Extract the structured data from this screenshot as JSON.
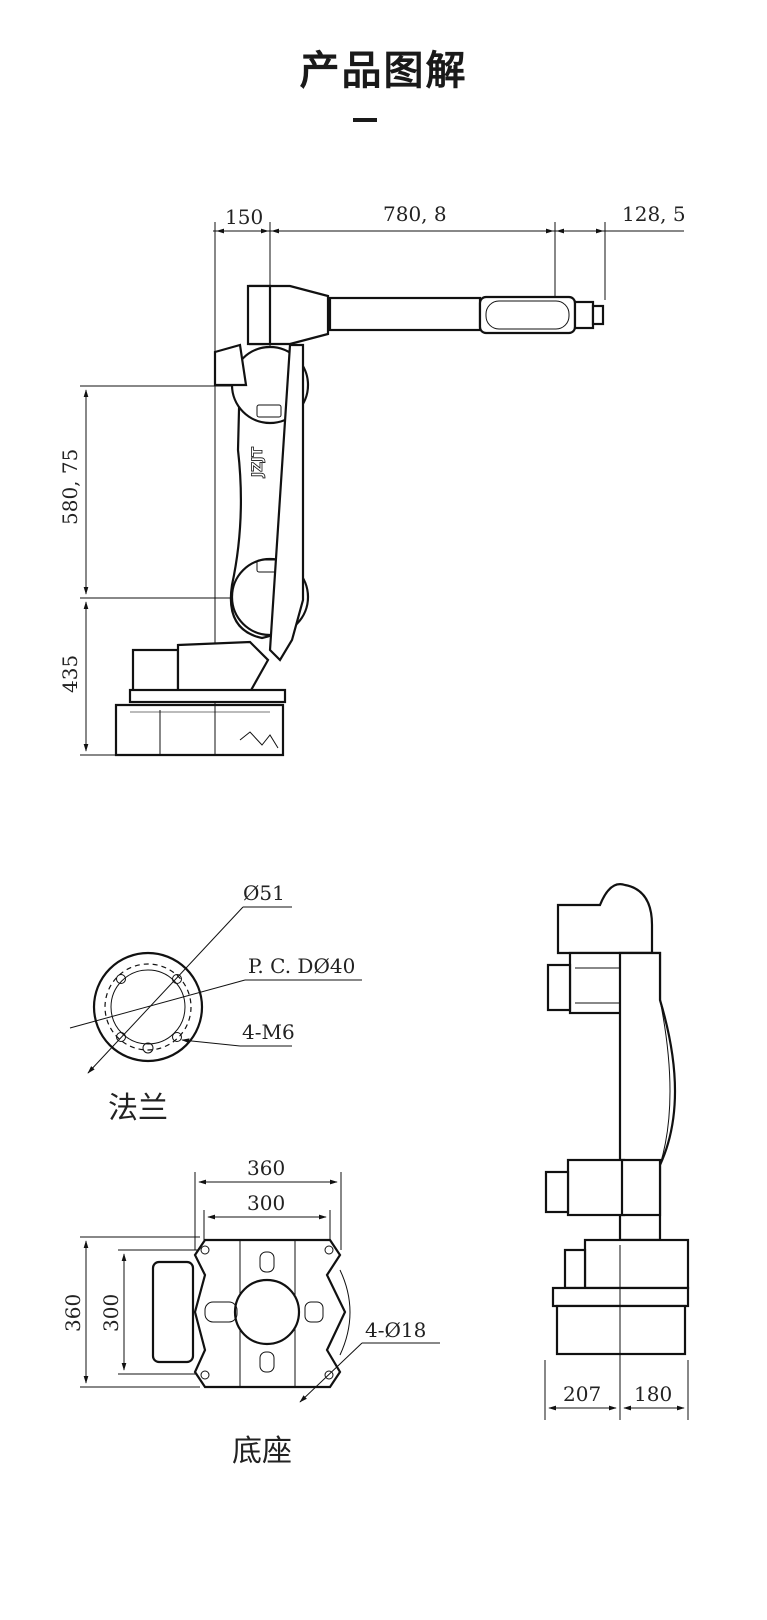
{
  "title": "产品图解",
  "robot_logo": "JZJT",
  "side_view": {
    "dims": {
      "top_left": "150",
      "top_mid": "780, 8",
      "top_right": "128, 5",
      "height_upper": "580, 75",
      "height_lower": "435"
    }
  },
  "flange": {
    "caption": "法兰",
    "callouts": {
      "diameter": "Ø51",
      "pcd": "P. C. DØ40",
      "holes": "4-M6"
    }
  },
  "base": {
    "caption": "底座",
    "dims": {
      "width_outer": "360",
      "width_inner": "300",
      "height_outer": "360",
      "height_inner": "300",
      "holes": "4-Ø18"
    }
  },
  "back_view": {
    "dims": {
      "left": "207",
      "right": "180"
    }
  }
}
